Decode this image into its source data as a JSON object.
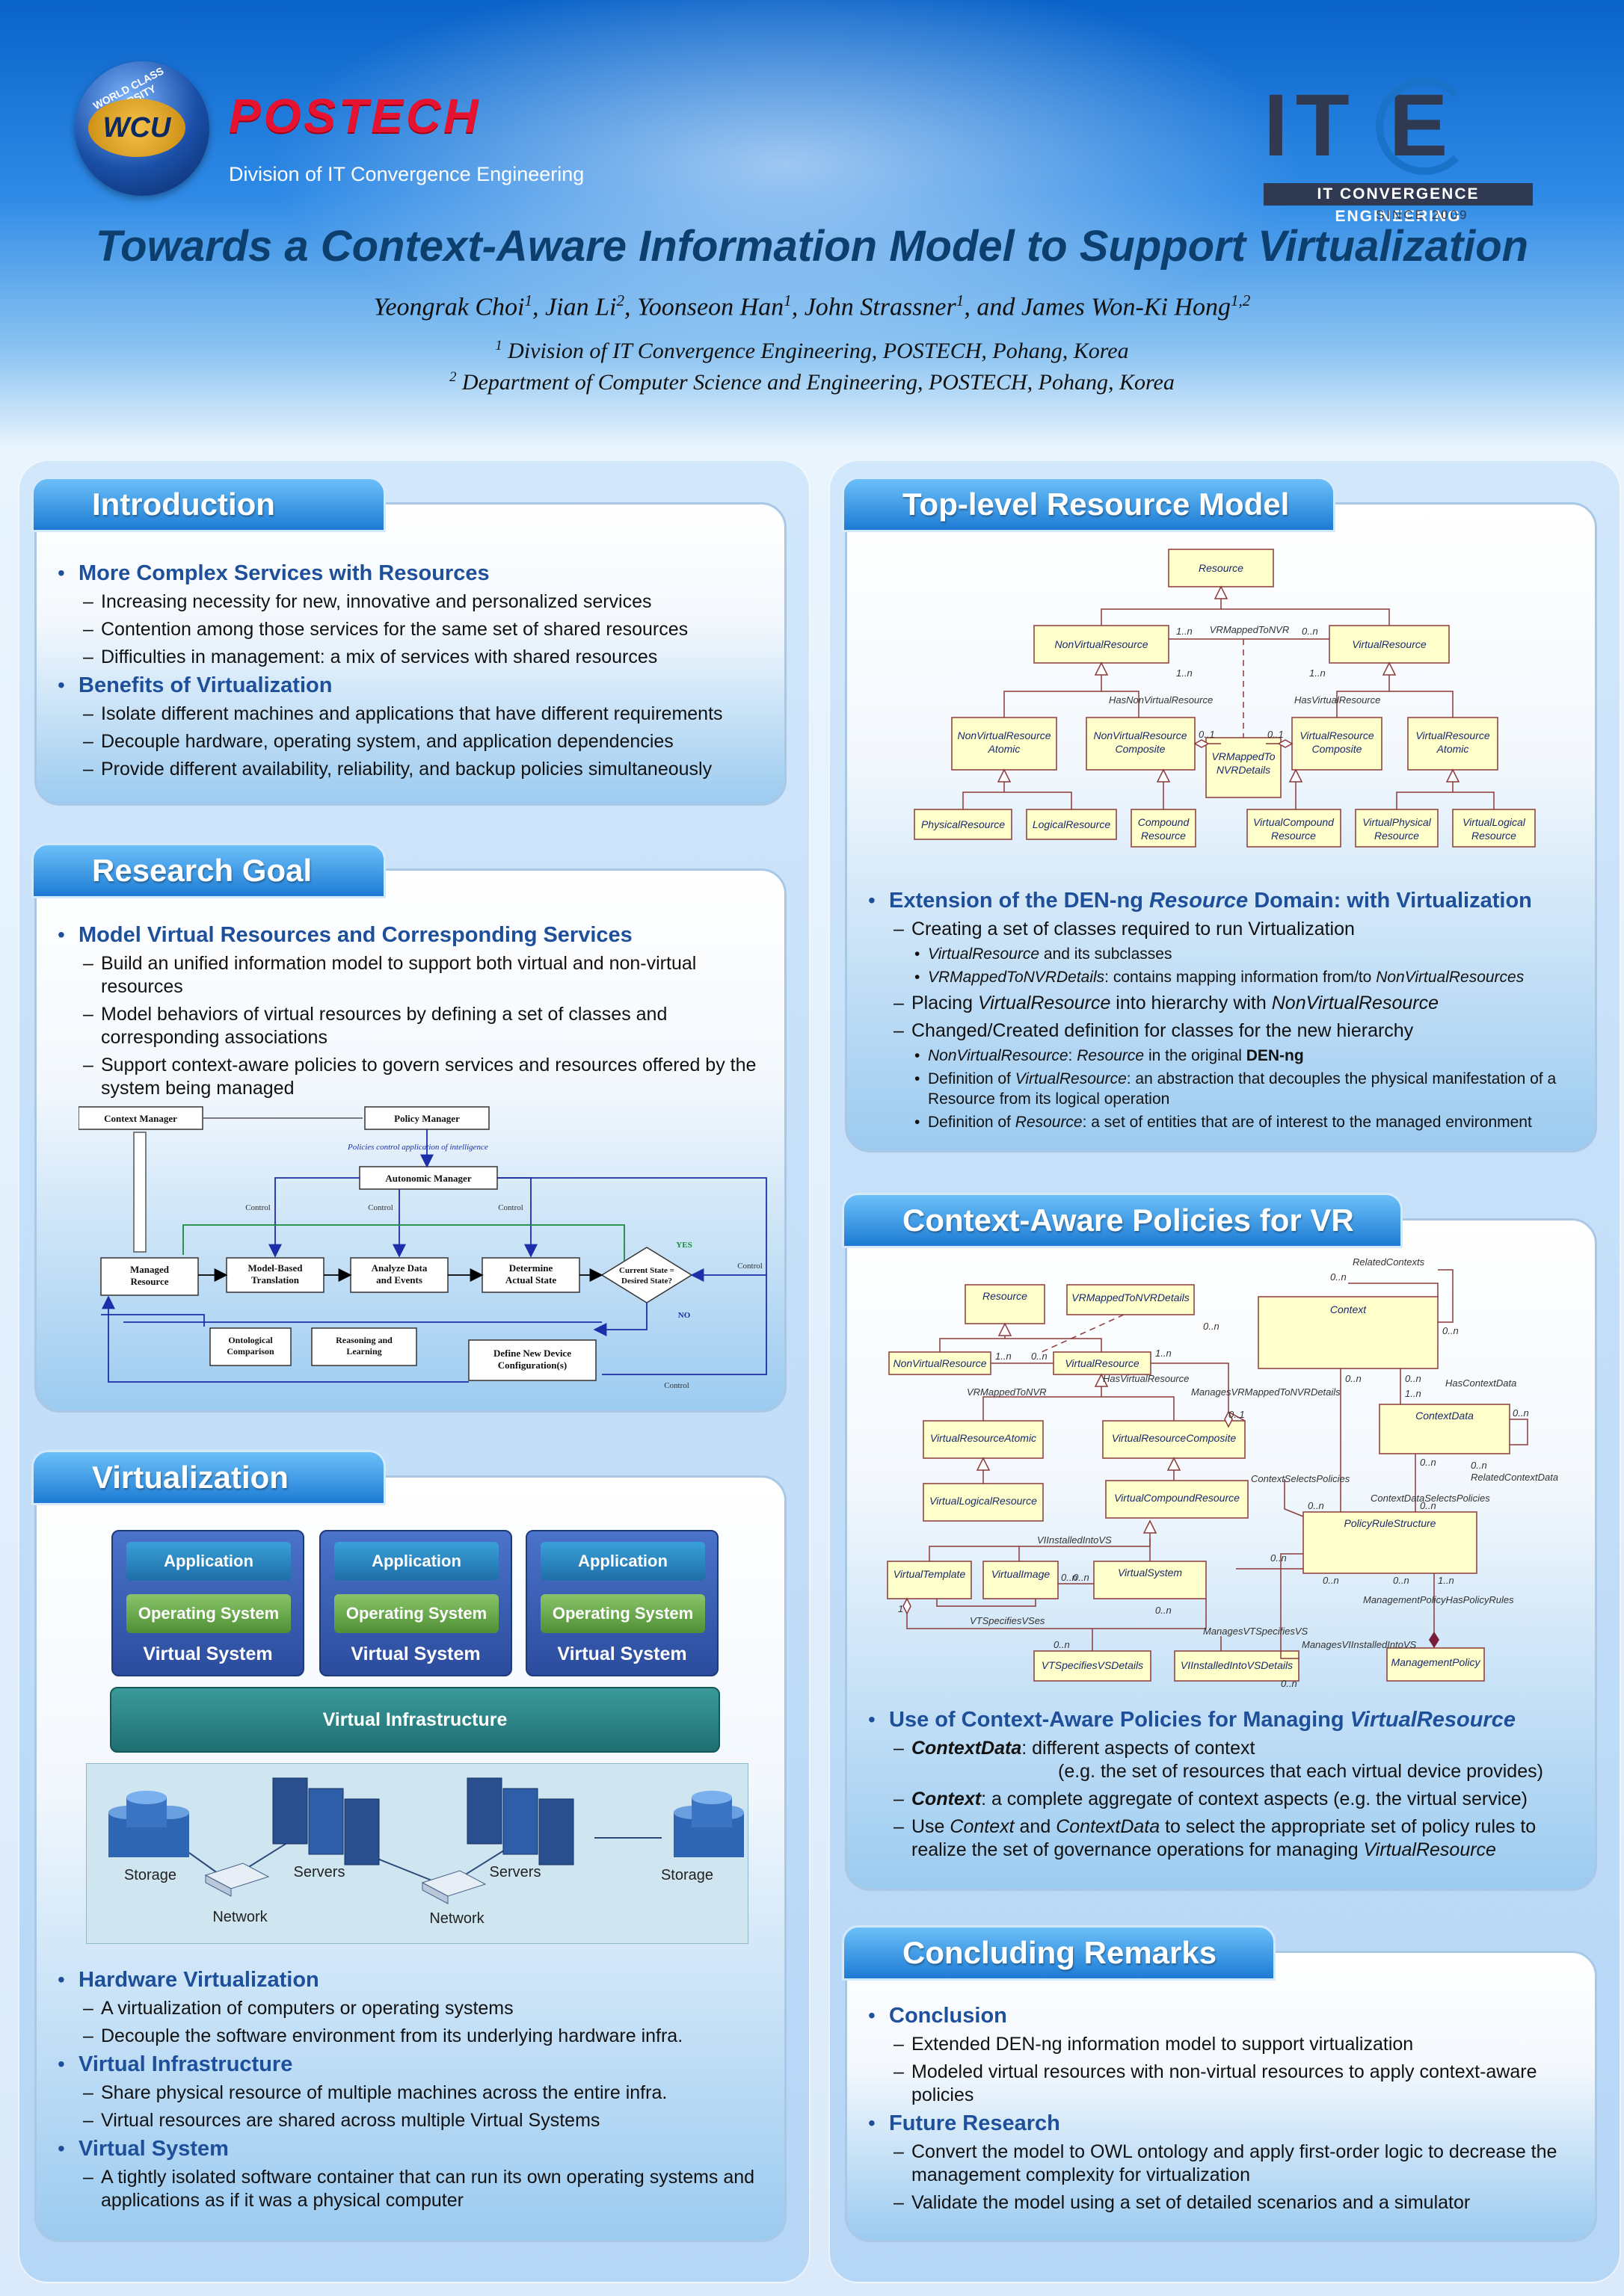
{
  "header": {
    "wcu_ring": "WORLD CLASS UNIVERSITY",
    "wcu_logo": "WCU",
    "university": "POSTECH",
    "division": "Division of IT Convergence Engineering",
    "itce_logo": "IT E",
    "itce_bar": "IT CONVERGENCE ENGINEERING",
    "itce_since": "SINCE 2009"
  },
  "paper": {
    "title": "Towards a Context-Aware Information Model to Support Virtualization",
    "authors": [
      {
        "name": "Yeongrak Choi",
        "sup": "1"
      },
      {
        "name": "Jian Li",
        "sup": "2"
      },
      {
        "name": "Yoonseon Han",
        "sup": "1"
      },
      {
        "name": "John Strassner",
        "sup": "1"
      },
      {
        "name": "and James Won-Ki Hong",
        "sup": "1,2"
      }
    ],
    "affiliations": [
      {
        "sup": "1",
        "text": "Division of IT Convergence Engineering, POSTECH,  Pohang, Korea"
      },
      {
        "sup": "2",
        "text": "Department of Computer Science and Engineering, POSTECH,  Pohang, Korea"
      }
    ]
  },
  "introduction": {
    "title": "Introduction",
    "points": [
      {
        "heading": "More Complex Services with Resources",
        "items": [
          "Increasing necessity for new, innovative and personalized services",
          "Contention among those services for the same set of shared resources",
          "Difficulties in management: a mix of services with shared resources"
        ]
      },
      {
        "heading": "Benefits of Virtualization",
        "items": [
          "Isolate different machines and applications that have different requirements",
          "Decouple hardware, operating system, and application dependencies",
          "Provide different availability, reliability, and backup policies simultaneously"
        ]
      }
    ]
  },
  "research_goal": {
    "title": "Research Goal",
    "heading": "Model Virtual Resources and Corresponding Services",
    "items": [
      "Build an unified information model to support both virtual and non-virtual resources",
      "Model behaviors of virtual resources by defining a set of classes and corresponding associations",
      "Support context-aware policies to govern services and resources offered by the system being managed"
    ],
    "diagram": {
      "context_manager": "Context Manager",
      "policy_manager": "Policy Manager",
      "policies_note": "Policies control application of intelligence",
      "autonomic_manager": "Autonomic Manager",
      "control": "Control",
      "yes": "YES",
      "no": "NO",
      "managed_resource": [
        "Managed",
        "Resource"
      ],
      "model_based": [
        "Model-Based",
        "Translation"
      ],
      "analyze": [
        "Analyze Data",
        "and Events"
      ],
      "determine": [
        "Determine",
        "Actual State"
      ],
      "decision": [
        "Current State =",
        "Desired State?"
      ],
      "ontological": [
        "Ontological",
        "Comparison"
      ],
      "reasoning": [
        "Reasoning and",
        "Learning"
      ],
      "define": [
        "Define New Device",
        "Configuration(s)"
      ]
    }
  },
  "virtualization": {
    "title": "Virtualization",
    "figure": {
      "application": "Application",
      "os": "Operating System",
      "virtual_system": "Virtual System",
      "infrastructure": "Virtual Infrastructure",
      "storage": "Storage",
      "servers": "Servers",
      "network": "Network"
    },
    "points": [
      {
        "heading": "Hardware Virtualization",
        "items": [
          "A virtualization of computers or operating systems",
          "Decouple the software environment from its underlying hardware infra."
        ]
      },
      {
        "heading": "Virtual Infrastructure",
        "items": [
          "Share physical resource of multiple machines across the entire infra.",
          "Virtual resources are shared across multiple Virtual Systems"
        ]
      },
      {
        "heading": "Virtual System",
        "items": [
          "A tightly isolated software container that can run its own operating systems and applications as if it was a physical computer"
        ]
      }
    ]
  },
  "top_level": {
    "title": "Top-level Resource Model",
    "uml": {
      "resource": "Resource",
      "non_virtual": "NonVirtualResource",
      "virtual": "VirtualResource",
      "vr_mapped": "VRMappedToNVR",
      "has_non_virtual": "HasNonVirtualResource",
      "has_virtual": "HasVirtualResource",
      "nv_atomic": [
        "NonVirtualResource",
        "Atomic"
      ],
      "nv_composite": [
        "NonVirtualResource",
        "Composite"
      ],
      "vr_details": [
        "VRMappedTo",
        "NVRDetails"
      ],
      "v_composite": [
        "VirtualResource",
        "Composite"
      ],
      "v_atomic": [
        "VirtualResource",
        "Atomic"
      ],
      "physical": "PhysicalResource",
      "logical": "LogicalResource",
      "compound": [
        "Compound",
        "Resource"
      ],
      "v_compound": [
        "VirtualCompound",
        "Resource"
      ],
      "v_physical": [
        "VirtualPhysical",
        "Resource"
      ],
      "v_logical": [
        "VirtualLogical",
        "Resource"
      ],
      "one_n": "1..n",
      "zero_n": "0..n",
      "zero_one": "0..1"
    },
    "heading_pre": "Extension of the DEN-ng ",
    "heading_em": "Resource",
    "heading_post": " Domain: with Virtualization",
    "i1": "Creating a set of classes required to run Virtualization",
    "i1a_em": "VirtualResource",
    "i1a_rest": " and its subclasses",
    "i1b_em": "VRMappedToNVRDetails",
    "i1b_rest": ": contains mapping information from/to ",
    "i1b_em2": "NonVirtualResources",
    "i2_pre": "Placing ",
    "i2_em": "VirtualResource",
    "i2_mid": " into hierarchy with ",
    "i2_em2": "NonVirtualResource",
    "i3": "Changed/Created definition for classes for the new hierarchy",
    "i3a_em": "NonVirtualResource",
    "i3a_mid": ": ",
    "i3a_em2": "Resource",
    "i3a_rest": " in the original ",
    "i3a_bold": "DEN-ng",
    "i3b_pre": "Definition of ",
    "i3b_em": "VirtualResource",
    "i3b_rest": ": an abstraction that decouples the physical manifestation of a Resource from its logical operation",
    "i3c_pre": "Definition of ",
    "i3c_em": "Resource",
    "i3c_rest": ": a set of entities that are of interest to the managed environment"
  },
  "policies": {
    "title": "Context-Aware Policies for VR",
    "uml": {
      "resource": "Resource",
      "vr_details": "VRMappedToNVRDetails",
      "context": "Context",
      "related_contexts": "RelatedContexts",
      "non_virtual": "NonVirtualResource",
      "virtual": "VirtualResource",
      "vr_mapped": "VRMappedToNVR",
      "has_virtual": "HasVirtualResource",
      "manages_vr": "ManagesVRMappedToNVRDetails",
      "has_context_data": "HasContextData",
      "context_data": "ContextData",
      "related_context_data": "RelatedContextData",
      "v_atomic": "VirtualResourceAtomic",
      "v_composite": "VirtualResourceComposite",
      "context_selects": "ContextSelectsPolicies",
      "context_data_selects": "ContextDataSelectsPolicies",
      "v_logical": "VirtualLogicalResource",
      "v_compound": "VirtualCompoundResource",
      "policy_rule": "PolicyRuleStructure",
      "vi_installed": "VIInstalledIntoVS",
      "v_template": "VirtualTemplate",
      "v_image": "VirtualImage",
      "v_system": "VirtualSystem",
      "vt_specifies": "VTSpecifiesVSes",
      "manages_vt": "ManagesVTSpecifiesVS",
      "mp_has_rules": "ManagementPolicyHasPolicyRules",
      "manages_vi": "ManagesVIInstalledIntoVS",
      "vt_details": "VTSpecifiesVSDetails",
      "vi_details": "VIInstalledIntoVSDetails",
      "mgmt_policy": "ManagementPolicy",
      "one_n": "1..n",
      "zero_n": "0..n",
      "zero_one": "0..1",
      "one": "1"
    },
    "heading_pre": "Use of Context-Aware Policies for Managing ",
    "heading_em": "VirtualResource",
    "i1_b": "ContextData",
    "i1_rest": ": different aspects of context",
    "i1_line2": "(e.g. the set of resources that each virtual device provides)",
    "i2_b": "Context",
    "i2_rest": ": a complete aggregate of context aspects (e.g. the virtual service)",
    "i3_pre": "Use ",
    "i3_em": "Context",
    "i3_mid": " and ",
    "i3_em2": "ContextData",
    "i3_rest": " to select the appropriate set of policy rules to realize the set of governance operations for managing ",
    "i3_em3": "VirtualResource"
  },
  "concluding": {
    "title": "Concluding Remarks",
    "points": [
      {
        "heading": "Conclusion",
        "items": [
          "Extended DEN-ng information model to support virtualization",
          "Modeled virtual resources with non-virtual resources to apply context-aware policies"
        ]
      },
      {
        "heading": "Future Research",
        "items": [
          "Convert the model to OWL ontology and apply first-order logic to decrease the management complexity for virtualization",
          "Validate the model using a set of detailed scenarios and a simulator"
        ]
      }
    ]
  }
}
